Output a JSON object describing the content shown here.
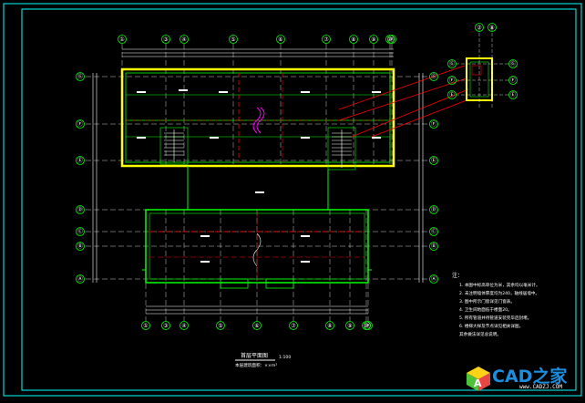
{
  "colors": {
    "background": "#000000",
    "frame": "#00ffff",
    "wall": "#00ff00",
    "axis": "#ffffff",
    "hatch": "#ffff00",
    "red": "#ff0000",
    "magenta": "#ff00ff",
    "logo_blue": "#1a8fe0"
  },
  "axes": {
    "top": [
      "①",
      "③",
      "④",
      "⑤",
      "⑥",
      "⑦",
      "⑧",
      "⑨",
      "⑩",
      "⑪"
    ],
    "bottom": [
      "①",
      "③",
      "④",
      "⑤",
      "⑥",
      "⑦",
      "⑧",
      "⑨",
      "⑩",
      "⑪"
    ],
    "left": [
      "Ⓖ",
      "Ⓕ",
      "Ⓔ",
      "Ⓓ",
      "Ⓒ",
      "Ⓑ",
      "Ⓐ"
    ],
    "right": [
      "Ⓖ",
      "Ⓕ",
      "Ⓔ",
      "Ⓓ",
      "Ⓒ",
      "Ⓑ",
      "Ⓐ"
    ],
    "detail_top": [
      "⑦",
      "⑧"
    ],
    "detail_side": [
      "Ⓖ",
      "Ⓕ",
      "Ⓔ"
    ]
  },
  "notes": {
    "heading": "注：",
    "items": [
      "1. 本图中标高单位为米，其余均以毫米计。",
      "2. 未注明墙体厚度均为240，轴线居墙中。",
      "3. 图中所示门窗详见门窗表。",
      "4. 卫生间地面低于楼面20。",
      "5. 所有管道井待管道安装完毕后封堵。",
      "6. 楼梯大样及节点详见相关详图。",
      "   其余做法详见总说明。"
    ]
  },
  "title": {
    "main": "首层平面图",
    "scale": "1:100",
    "sub": "本层建筑面积：××m²"
  },
  "logo": {
    "text": "CAD之家",
    "url": "www.CADZJ.COM",
    "mark_letter": "A"
  }
}
